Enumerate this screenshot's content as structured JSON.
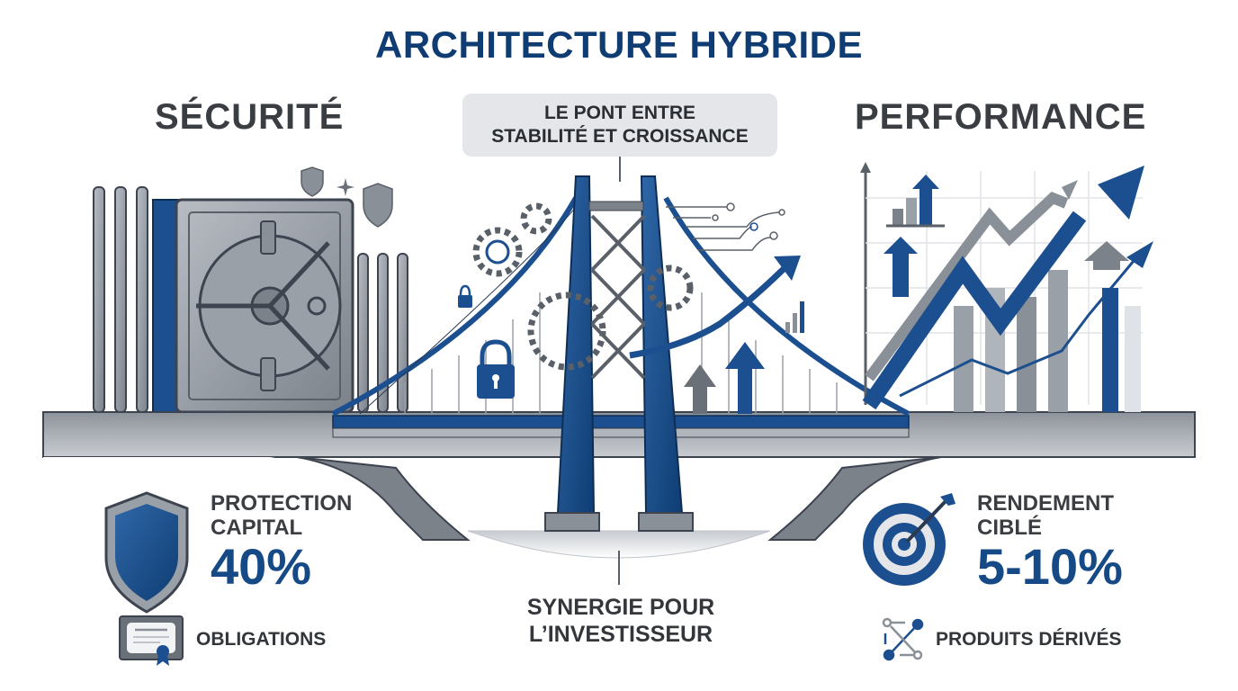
{
  "header": {
    "title": "ARCHITECTURE HYBRIDE"
  },
  "left": {
    "title": "SÉCURITÉ",
    "stat_label_line1": "PROTECTION",
    "stat_label_line2": "CAPITAL",
    "stat_value": "40%",
    "asset_label": "OBLIGATIONS",
    "icons": [
      "vault-icon",
      "shield-icon",
      "certificate-icon",
      "pillars-icon"
    ]
  },
  "center": {
    "bubble_line1": "LE PONT ENTRE",
    "bubble_line2": "STABILITÉ ET CROISSANCE",
    "footer_line1": "SYNERGIE POUR",
    "footer_line2": "L’INVESTISSEUR",
    "icons": [
      "bridge-icon",
      "gear-icon",
      "lock-icon",
      "arrow-up-icon",
      "circuit-icon"
    ]
  },
  "right": {
    "title": "PERFORMANCE",
    "stat_label_line1": "RENDEMENT",
    "stat_label_line2": "CIBLÉ",
    "stat_value": "5-10%",
    "asset_label": "PRODUITS DÉRIVÉS",
    "icons": [
      "growth-chart-icon",
      "target-icon",
      "derivatives-icon"
    ]
  },
  "colors": {
    "primary_blue": "#154a86",
    "title_blue": "#0f3d73",
    "dark_gray": "#3a3d42",
    "steel_gray": "#7a8088",
    "light_gray": "#e4e6e9"
  }
}
